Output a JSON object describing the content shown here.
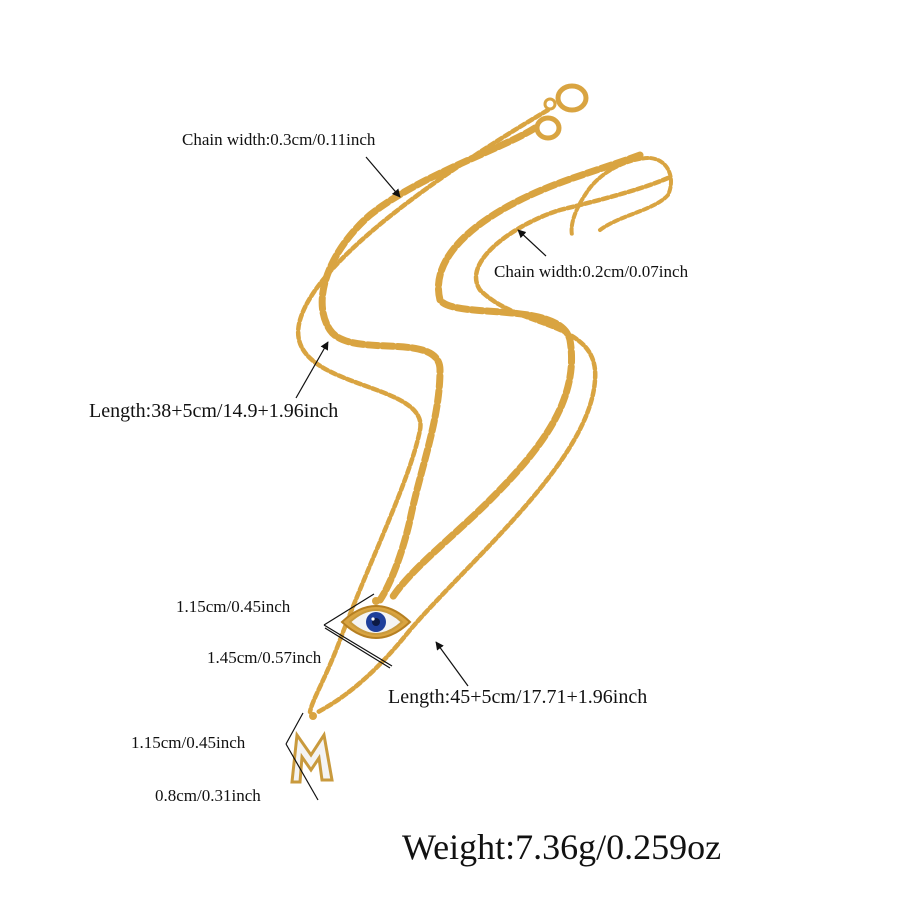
{
  "product": {
    "annotations": {
      "chain_width_upper": "Chain width:0.3cm/0.11inch",
      "chain_width_lower": "Chain width:0.2cm/0.07inch",
      "length_short": "Length:38+5cm/14.9+1.96inch",
      "length_long": "Length:45+5cm/17.71+1.96inch",
      "eye_height": "1.15cm/0.45inch",
      "eye_width": "1.45cm/0.57inch",
      "letter_height": "1.15cm/0.45inch",
      "letter_width": "0.8cm/0.31inch",
      "weight": "Weight:7.36g/0.259oz"
    },
    "colors": {
      "gold": "#d9a441",
      "gold_dark": "#b57f22",
      "evil_eye_blue": "#1f3f9a",
      "crystal": "#f4f4f4"
    },
    "icons": [
      "evil-eye-pendant",
      "letter-m-pendant",
      "lobster-clasp"
    ]
  }
}
